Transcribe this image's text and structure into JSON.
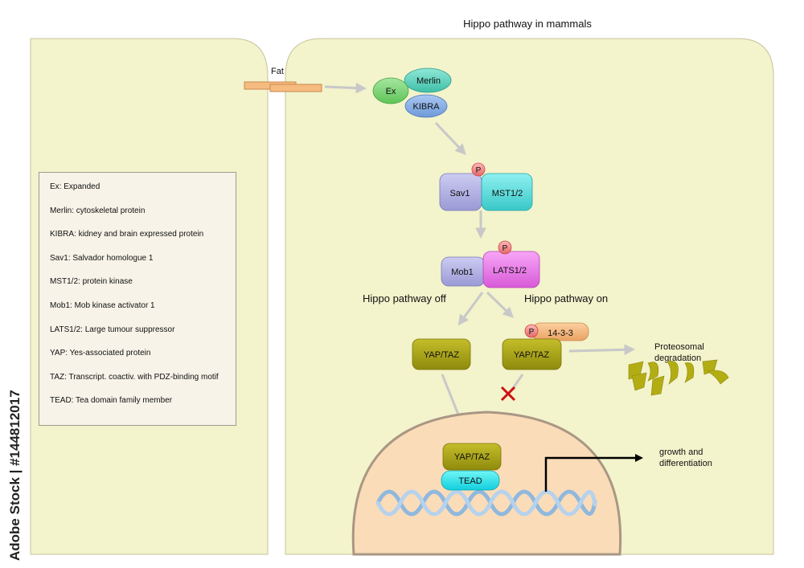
{
  "title": "Hippo pathway in mammals",
  "labels": {
    "fat": "Fat",
    "ex": "Ex",
    "merlin": "Merlin",
    "kibra": "KIBRA",
    "p": "P",
    "sav1": "Sav1",
    "mst": "MST1/2",
    "mob1": "Mob1",
    "lats": "LATS1/2",
    "pathway_off": "Hippo pathway off",
    "pathway_on": "Hippo pathway on",
    "yap_taz": "YAP/TAZ",
    "protein_1433": "14-3-3",
    "proteosomal": "Proteosomal",
    "degradation": "degradation",
    "tead": "TEAD",
    "growth": "growth and",
    "differentiation": "differentiation"
  },
  "legend": [
    "Ex: Expanded",
    "Merlin: cytoskeletal protein",
    "KIBRA: kidney and brain expressed protein",
    "Sav1: Salvador homologue 1",
    "MST1/2: protein kinase",
    "Mob1: Mob kinase activator 1",
    "LATS1/2: Large tumour suppressor",
    "YAP: Yes-associated protein",
    "TAZ: Transcript. coactiv. with PDZ-binding motif",
    "TEAD: Tea domain family member"
  ],
  "watermark": "Adobe Stock | #144812017",
  "colors": {
    "cell": "#f3f3cc",
    "nucleus": "#fbdcb8",
    "yap": "#b3ad14",
    "arrow": "#c8c8c8",
    "inhibit": "#cc1111"
  }
}
